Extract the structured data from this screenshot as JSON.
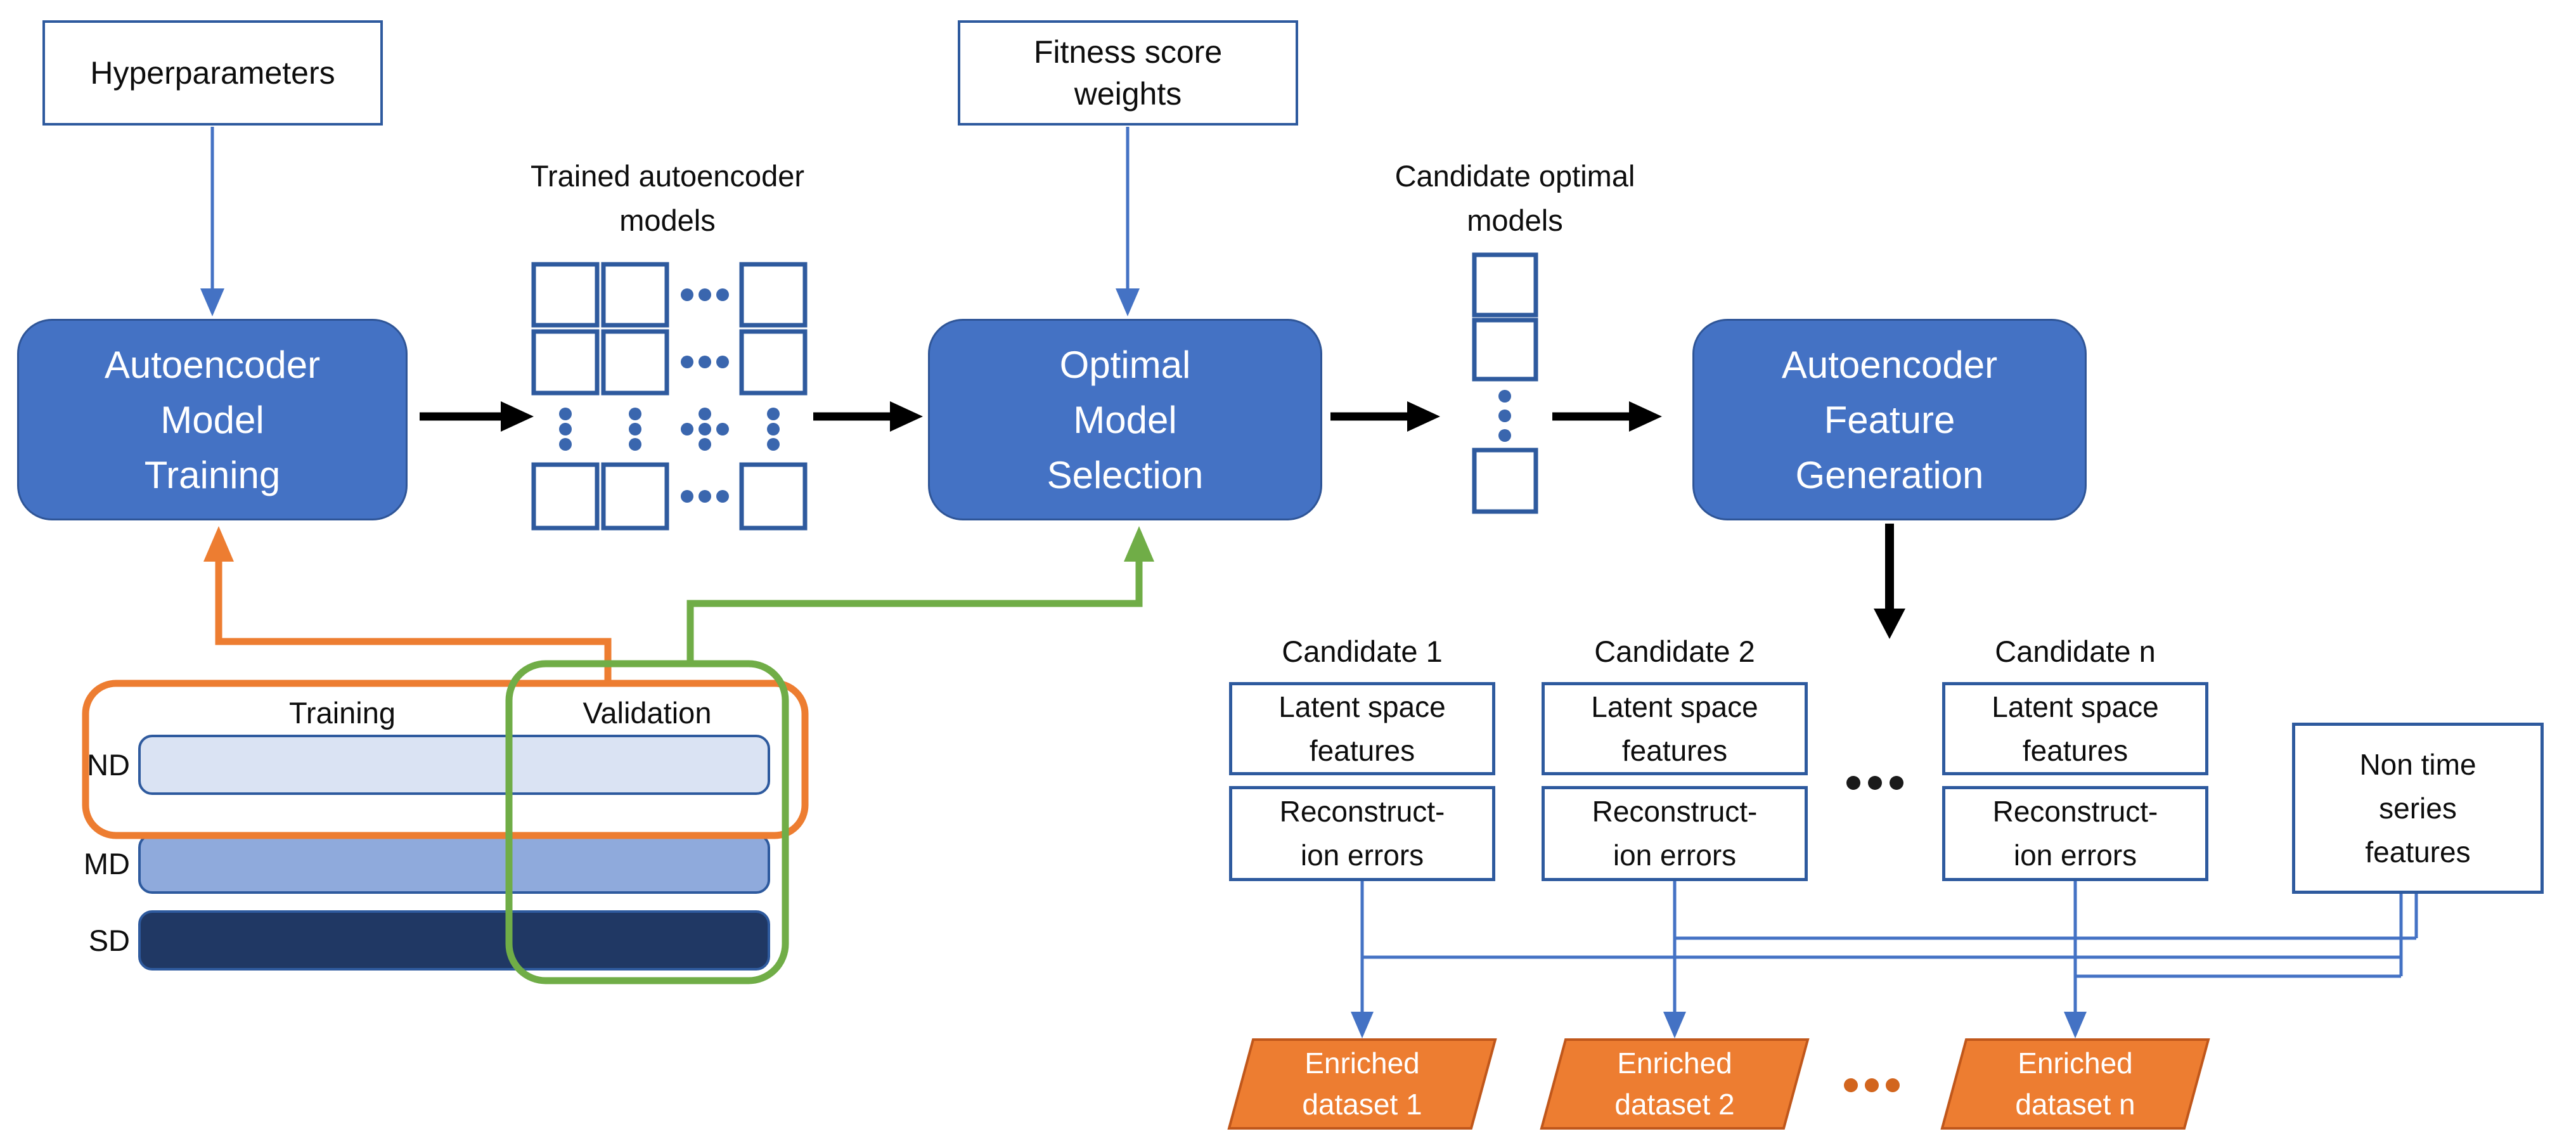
{
  "diagram": {
    "inputs": {
      "hyperparameters": "Hyperparameters",
      "fitness": "Fitness score\nweights"
    },
    "stages": {
      "training": "Autoencoder\nModel\nTraining",
      "selection": "Optimal\nModel\nSelection",
      "generation": "Autoencoder\nFeature\nGeneration"
    },
    "annotations": {
      "trained_models": "Trained autoencoder\nmodels",
      "candidate_models": "Candidate optimal\nmodels"
    },
    "candidates": {
      "items": [
        {
          "title": "Candidate 1",
          "latent": "Latent space\nfeatures",
          "reconstruction": "Reconstruct-\nion errors",
          "output": "Enriched\ndataset 1"
        },
        {
          "title": "Candidate 2",
          "latent": "Latent space\nfeatures",
          "reconstruction": "Reconstruct-\nion errors",
          "output": "Enriched\ndataset 2"
        },
        {
          "title": "Candidate n",
          "latent": "Latent space\nfeatures",
          "reconstruction": "Reconstruct-\nion errors",
          "output": "Enriched\ndataset n"
        }
      ],
      "non_time_series": "Non time\nseries\nfeatures"
    },
    "datasets": {
      "columns": {
        "training": "Training",
        "validation": "Validation"
      },
      "rows": [
        {
          "label": "ND",
          "color": "#dae3f3"
        },
        {
          "label": "MD",
          "color": "#8faadc"
        },
        {
          "label": "SD",
          "color": "#203864"
        }
      ]
    },
    "colors": {
      "process_fill": "#4472c4",
      "process_border": "#2f5597",
      "box_border": "#2e5a9e",
      "dots_blue": "#3a66ae",
      "connector_blue": "#4472c4",
      "orange": "#ed7d31",
      "orange_border": "#c0571b",
      "orange_dots": "#d2651e",
      "green": "#70ad47",
      "bar_light": "#dae3f3",
      "bar_medium": "#8faadc",
      "bar_dark": "#203864",
      "black": "#000000"
    }
  }
}
